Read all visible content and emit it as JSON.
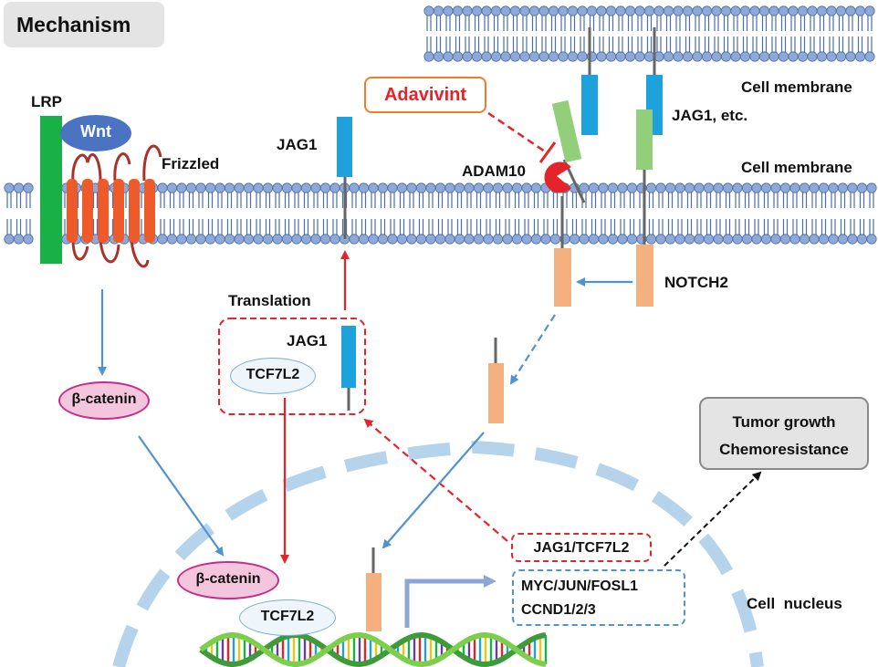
{
  "title": "Mechanism",
  "labels": {
    "lrp": "LRP",
    "wnt": "Wnt",
    "frizzled": "Frizzled",
    "jag1_membrane": "JAG1",
    "translation": "Translation",
    "jag1_vesicle": "JAG1",
    "tcf7l2_vesicle": "TCF7L2",
    "beta_catenin_cytoplasm": "β-catenin",
    "beta_catenin_nucleus": "β-catenin",
    "tcf7l2_nucleus": "TCF7L2",
    "adavivint": "Adavivint",
    "adam10": "ADAM10",
    "jag1_etc": "JAG1, etc.",
    "cell_membrane_top": "Cell membrane",
    "cell_membrane_middle": "Cell membrane",
    "notch2": "NOTCH2",
    "outcome_line1": "Tumor growth",
    "outcome_line2": "Chemoresistance",
    "jag1_tcf7l2_box": "JAG1/TCF7L2",
    "target_genes_line1": "MYC/JUN/FOSL1",
    "target_genes_line2": "CCND1/2/3",
    "cell_nucleus": "Cell  nucleus"
  },
  "colors": {
    "membrane_head": "#8ea9d8",
    "membrane_tail": "#4b6fa8",
    "lrp_green": "#19b046",
    "frizzled_red": "#ee5a2a",
    "frizzled_loop": "#a8332b",
    "jag1_blue": "#1ea2db",
    "notch_green": "#93cf7a",
    "notch_orange": "#f5b080",
    "arrow_blue": "#4f93d0",
    "arrow_red": "#e3242b",
    "nucleus_dash": "#b6d3ec",
    "adavivint_border": "#ee7d2a",
    "adam10_red": "#e3242b",
    "beta_catenin_fill": "#f3c6dd",
    "beta_catenin_border": "#c42d8c"
  }
}
